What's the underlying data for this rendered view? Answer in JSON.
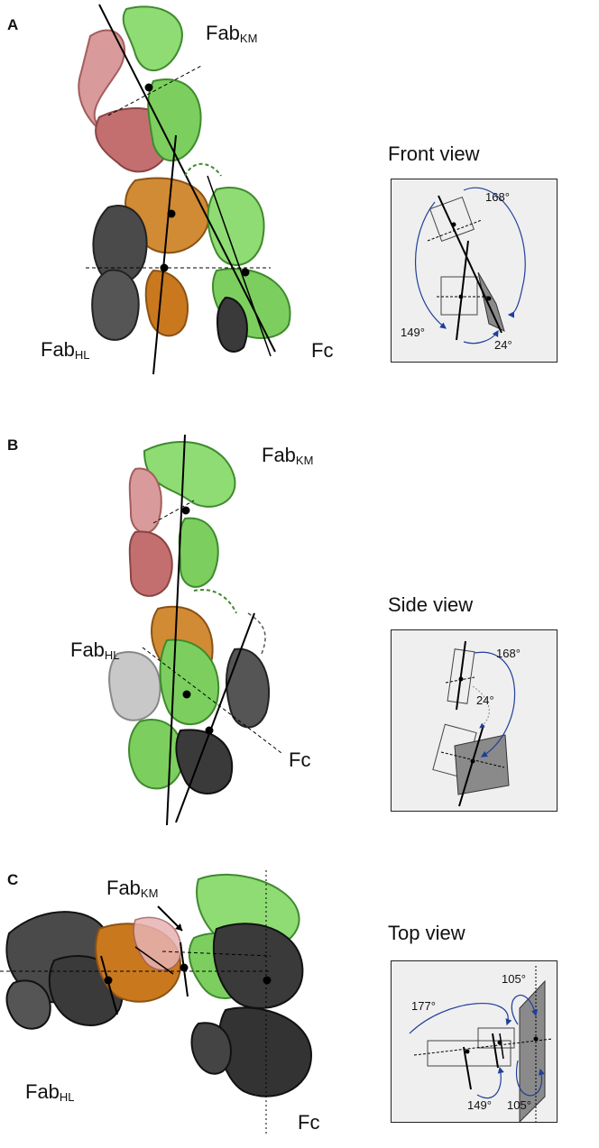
{
  "panels": {
    "a": {
      "letter": "A",
      "fab_km": {
        "main": "Fab",
        "sub": "KM"
      },
      "fab_hl": {
        "main": "Fab",
        "sub": "HL"
      },
      "fc": "Fc",
      "view_title": "Front view",
      "angles": {
        "a1": "168°",
        "a2": "149°",
        "a3": "24°"
      }
    },
    "b": {
      "letter": "B",
      "fab_km": {
        "main": "Fab",
        "sub": "KM"
      },
      "fab_hl": {
        "main": "Fab",
        "sub": "HL"
      },
      "fc": "Fc",
      "view_title": "Side view",
      "angles": {
        "a1": "168°",
        "a2": "24°"
      }
    },
    "c": {
      "letter": "C",
      "fab_km": {
        "main": "Fab",
        "sub": "KM"
      },
      "fab_hl": {
        "main": "Fab",
        "sub": "HL"
      },
      "fc": "Fc",
      "view_title": "Top view",
      "angles": {
        "a1": "177°",
        "a2": "105°",
        "a3": "149°",
        "a4": "105°"
      }
    }
  },
  "colors": {
    "green": "#7ccf5e",
    "darkgreen": "#3f8a2e",
    "pink": "#c97a7a",
    "orange": "#c9781e",
    "dark": "#3a3a3a",
    "arrow_blue": "#1f3f9a",
    "inset_bg": "#efefef"
  }
}
